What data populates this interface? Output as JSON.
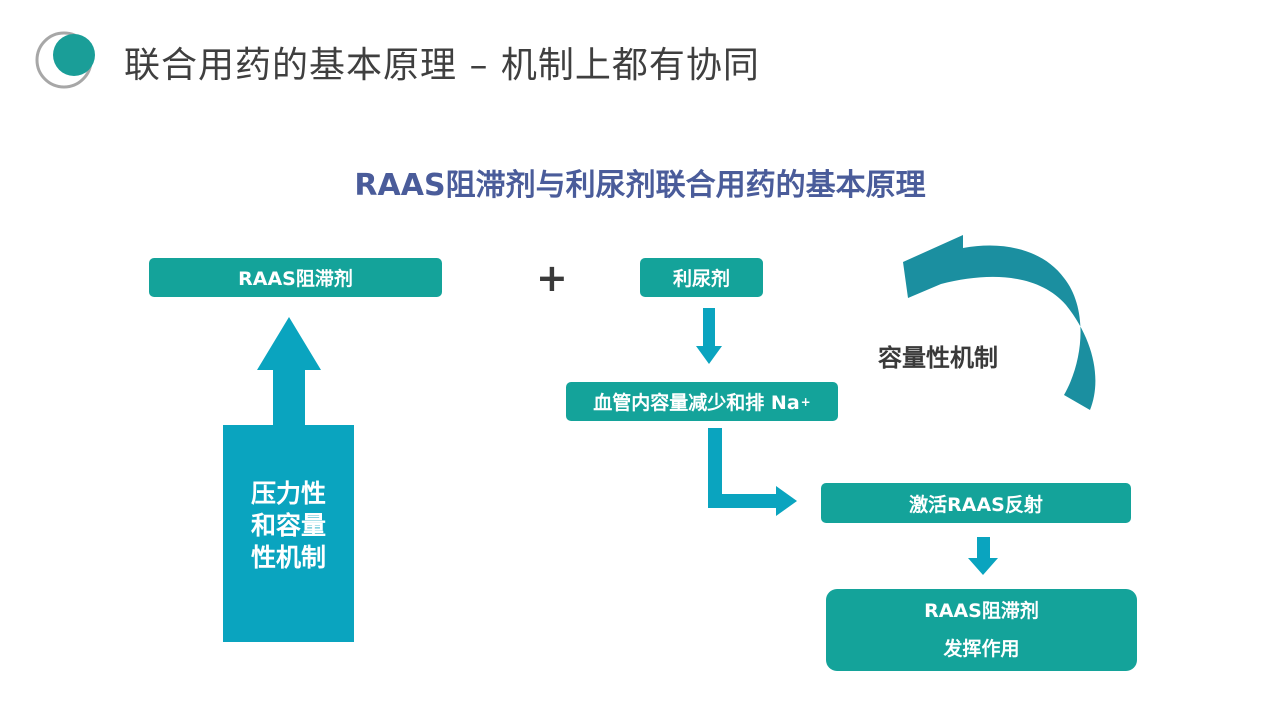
{
  "header": {
    "title": "联合用药的基本原理 – 机制上都有协同"
  },
  "diagram": {
    "subtitle": "RAAS阻滞剂与利尿剂联合用药的基本原理",
    "raas_blocker": "RAAS阻滞剂",
    "plus": "+",
    "diuretic": "利尿剂",
    "volume_reduction": "血管内容量减少和排 Na",
    "volume_reduction_sup": "+",
    "activate_raas": "激活RAAS反射",
    "effect_line1": "RAAS阻滞剂",
    "effect_line2": "发挥作用",
    "big_arrow_lines": [
      "压力性",
      "和容量",
      "性机制"
    ],
    "cycle_label": "容量性机制"
  },
  "colors": {
    "box_fill": "#14a39a",
    "arrow_fill": "#0aa4bf",
    "curved_arrow": "#1b8fa0",
    "title_text": "#3f3f3f",
    "subtitle_text": "#4a5c9a",
    "logo_teal": "#1a9e98"
  }
}
